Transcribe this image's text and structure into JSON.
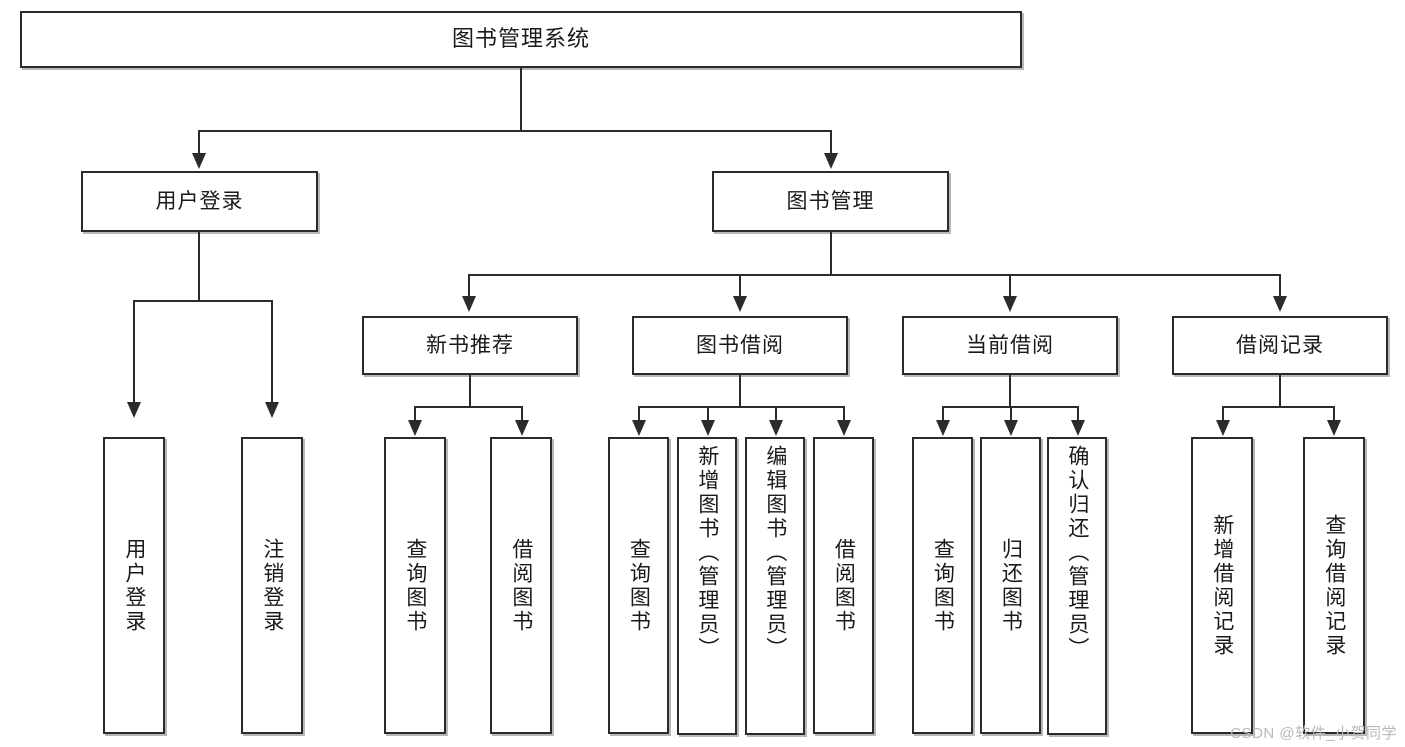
{
  "diagram": {
    "type": "tree-hierarchy",
    "title": "图书管理系统",
    "root": {
      "id": "root",
      "label": "图书管理系统"
    },
    "level1": [
      {
        "id": "user-login",
        "label": "用户登录"
      },
      {
        "id": "book-manage",
        "label": "图书管理"
      }
    ],
    "level2": [
      {
        "id": "new-book-rec",
        "label": "新书推荐",
        "parent": "book-manage"
      },
      {
        "id": "book-borrow",
        "label": "图书借阅",
        "parent": "book-manage"
      },
      {
        "id": "current-borrow",
        "label": "当前借阅",
        "parent": "book-manage"
      },
      {
        "id": "borrow-record",
        "label": "借阅记录",
        "parent": "book-manage"
      }
    ],
    "leaves": [
      {
        "id": "leaf-user-login",
        "label": "用户登录",
        "parent": "user-login"
      },
      {
        "id": "leaf-user-logout",
        "label": "注销登录",
        "parent": "user-login"
      },
      {
        "id": "leaf-query-book-1",
        "label": "查询图书",
        "parent": "new-book-rec"
      },
      {
        "id": "leaf-borrow-book-1",
        "label": "借阅图书",
        "parent": "new-book-rec"
      },
      {
        "id": "leaf-query-book-2",
        "label": "查询图书",
        "parent": "book-borrow"
      },
      {
        "id": "leaf-add-book",
        "label": "新增图书（管理员）",
        "parent": "book-borrow"
      },
      {
        "id": "leaf-edit-book",
        "label": "编辑图书（管理员）",
        "parent": "book-borrow"
      },
      {
        "id": "leaf-borrow-book-2",
        "label": "借阅图书",
        "parent": "book-borrow"
      },
      {
        "id": "leaf-query-book-3",
        "label": "查询图书",
        "parent": "current-borrow"
      },
      {
        "id": "leaf-return-book",
        "label": "归还图书",
        "parent": "current-borrow"
      },
      {
        "id": "leaf-confirm-return",
        "label": "确认归还（管理员）",
        "parent": "current-borrow"
      },
      {
        "id": "leaf-add-record",
        "label": "新增借阅记录",
        "parent": "borrow-record"
      },
      {
        "id": "leaf-query-record",
        "label": "查询借阅记录",
        "parent": "borrow-record"
      }
    ],
    "watermark": "CSDN @软件_小贺同学",
    "colors": {
      "stroke": "#2b2b2b",
      "fill": "#ffffff",
      "text": "#1a1a1a",
      "watermark": "#b9b9b9",
      "shadow": "#a0a0a0"
    }
  }
}
